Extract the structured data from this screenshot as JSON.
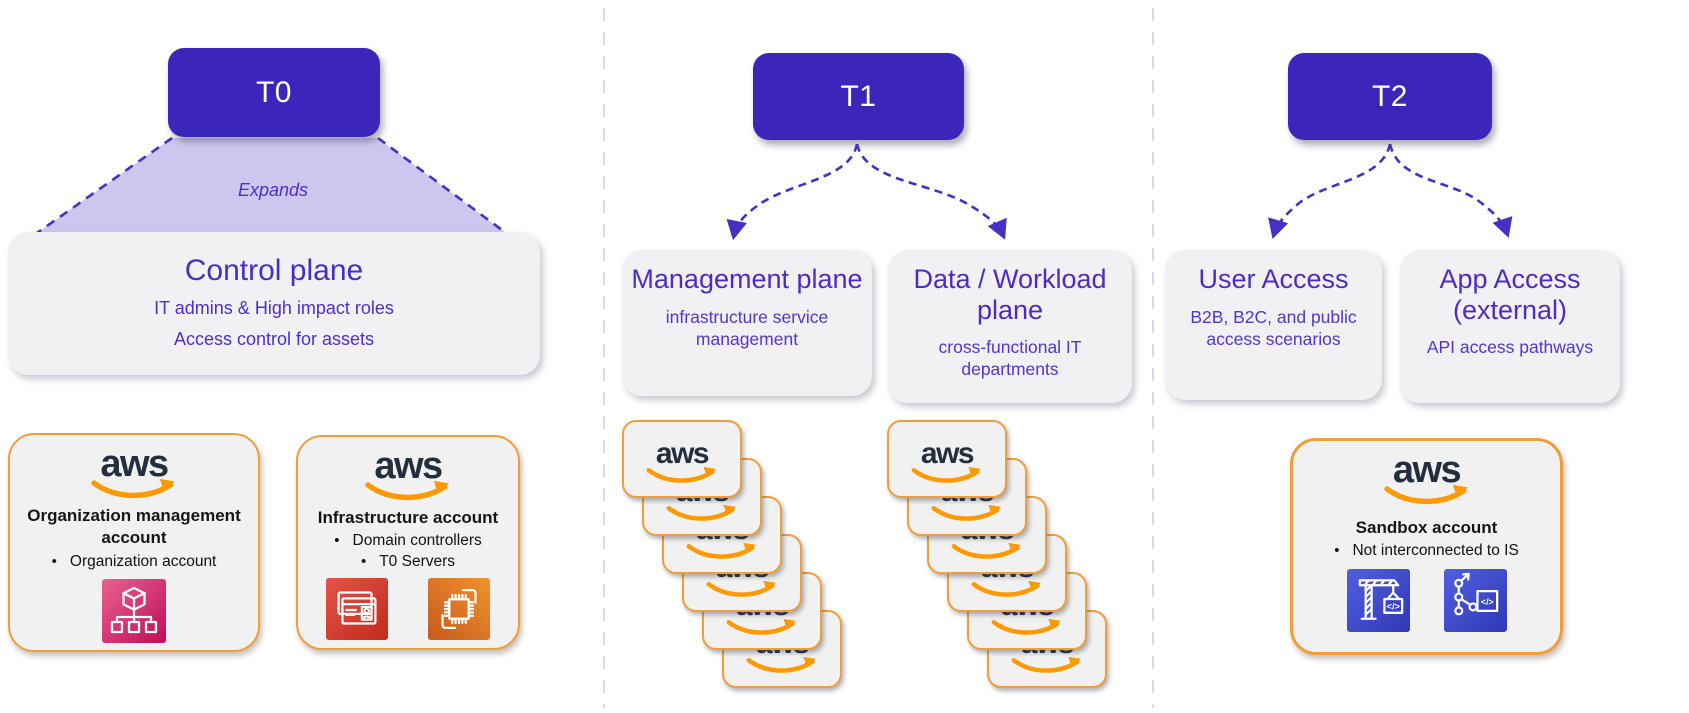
{
  "logo": {
    "text": "aws"
  },
  "icon_glyphs": {
    "code": "</>"
  },
  "colors": {
    "tier_box": "#3c25ba",
    "trapezoid_fill": "#cfc6f0",
    "dashed_line": "#4730c4",
    "indigo_text": "#4a2ec4",
    "plane_card_bg": "#f1f0f3",
    "account_border": "#f09e3c",
    "aws_orange": "#ff9900",
    "aws_navy": "#232f3e",
    "organizations_icon": "#bf0d5a",
    "directory_icon": "#bf2b1c",
    "ec2_icon": "#c75a1e",
    "devtools_icon": "#3f4ecb"
  },
  "t0": {
    "label": "T0",
    "expands": "Expands",
    "plane": {
      "title": "Control plane",
      "line1": "IT admins & High impact roles",
      "line2": "Access control for assets"
    },
    "account1": {
      "title": "Organization management account",
      "bullet1": "Organization account"
    },
    "account2": {
      "title": "Infrastructure  account",
      "bullet1": "Domain controllers",
      "bullet2": "T0 Servers"
    }
  },
  "t1": {
    "label": "T1",
    "plane1": {
      "title": "Management plane",
      "subtitle": "infrastructure service management"
    },
    "plane2": {
      "title": "Data / Workload plane",
      "subtitle": "cross-functional IT departments"
    },
    "stack1_count": 6,
    "stack2_count": 6
  },
  "t2": {
    "label": "T2",
    "plane1": {
      "title": "User Access",
      "subtitle": "B2B, B2C, and public access scenarios"
    },
    "plane2": {
      "title": "App Access (external)",
      "subtitle": "API access pathways"
    },
    "account": {
      "title": "Sandbox account",
      "bullet1": "Not interconnected to IS"
    }
  }
}
